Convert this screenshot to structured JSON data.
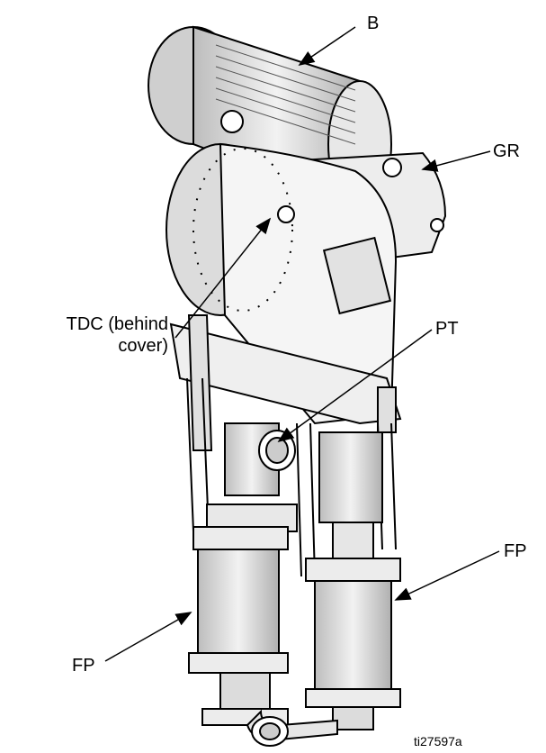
{
  "callouts": {
    "b": "B",
    "gr": "GR",
    "tdc_line1": "TDC (behind",
    "tdc_line2": "cover)",
    "pt": "PT",
    "fp_right": "FP",
    "fp_left": "FP"
  },
  "figure_id": "ti27597a",
  "icons": [
    "arrow-icon"
  ],
  "colors": {
    "line": "#000000",
    "fill": "#ffffff",
    "shade": "#d8d8d8"
  }
}
